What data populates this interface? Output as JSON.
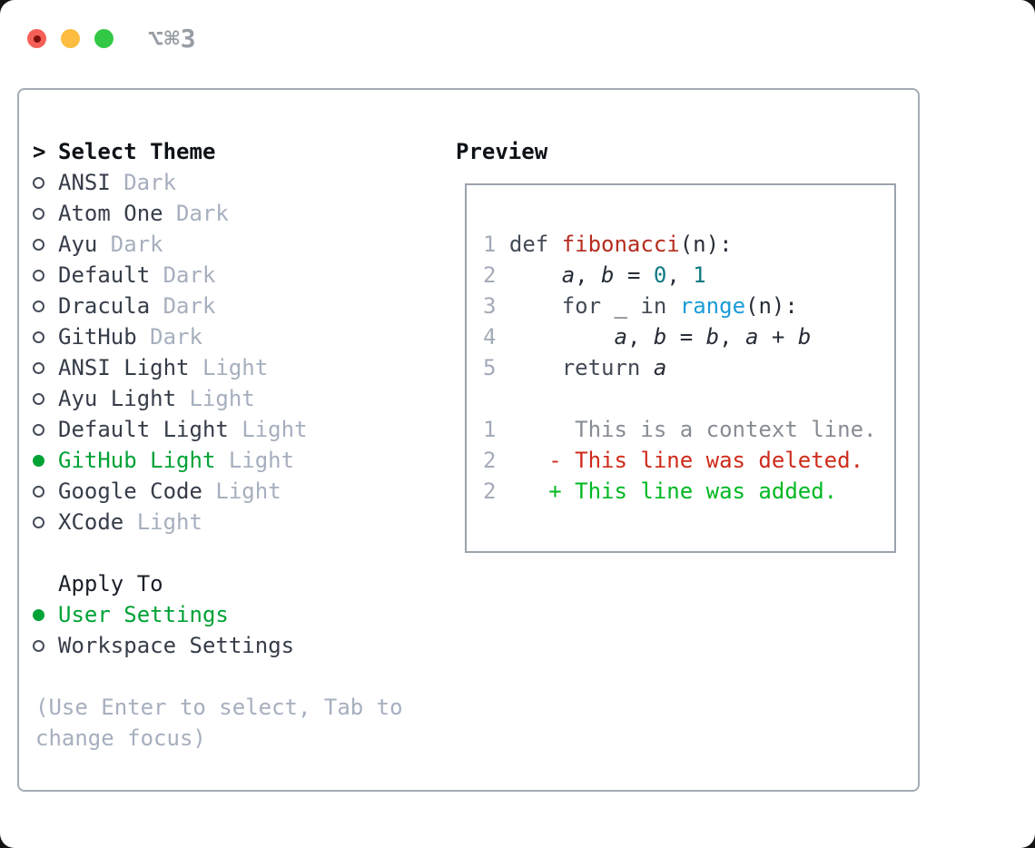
{
  "titlebar": {
    "shortcut": "⌥⌘3",
    "buttons": [
      "close",
      "minimize",
      "zoom"
    ]
  },
  "icons": {
    "prompt": ">",
    "radio_unselected": "○",
    "radio_selected": "●"
  },
  "colors": {
    "accent_green": "#00a236",
    "added_green": "#00b822",
    "deleted_red": "#cf2b1b",
    "context_gray": "#878c94",
    "muted_gray": "#a6afbe",
    "function_red": "#b52c1e",
    "number_teal": "#0d7a81",
    "builtin_blue": "#1b9bd7",
    "traffic_red": "#f45f57",
    "traffic_yellow": "#fcbd40",
    "traffic_green": "#32c846"
  },
  "theme_panel": {
    "title": "Select Theme",
    "items": [
      {
        "name": "ANSI",
        "variant": "Dark",
        "selected": false
      },
      {
        "name": "Atom One",
        "variant": "Dark",
        "selected": false
      },
      {
        "name": "Ayu",
        "variant": "Dark",
        "selected": false
      },
      {
        "name": "Default",
        "variant": "Dark",
        "selected": false
      },
      {
        "name": "Dracula",
        "variant": "Dark",
        "selected": false
      },
      {
        "name": "GitHub",
        "variant": "Dark",
        "selected": false
      },
      {
        "name": "ANSI Light",
        "variant": "Light",
        "selected": false
      },
      {
        "name": "Ayu Light",
        "variant": "Light",
        "selected": false
      },
      {
        "name": "Default Light",
        "variant": "Light",
        "selected": false
      },
      {
        "name": "GitHub Light",
        "variant": "Light",
        "selected": true
      },
      {
        "name": "Google Code",
        "variant": "Light",
        "selected": false
      },
      {
        "name": "XCode",
        "variant": "Light",
        "selected": false
      }
    ]
  },
  "apply_panel": {
    "title": "Apply To",
    "options": [
      {
        "label": "User Settings",
        "selected": true
      },
      {
        "label": "Workspace Settings",
        "selected": false
      }
    ]
  },
  "help_text": "(Use Enter to select, Tab to change focus)",
  "preview": {
    "title": "Preview",
    "code_lines": [
      {
        "num": "1",
        "tokens": [
          {
            "t": "def ",
            "c": "kw"
          },
          {
            "t": "fibonacci",
            "c": "fn"
          },
          {
            "t": "(n):",
            "c": "fg"
          }
        ]
      },
      {
        "num": "2",
        "tokens": [
          {
            "t": "    ",
            "c": "fg"
          },
          {
            "t": "a",
            "c": "var"
          },
          {
            "t": ", ",
            "c": "fg"
          },
          {
            "t": "b",
            "c": "var"
          },
          {
            "t": " = ",
            "c": "fg"
          },
          {
            "t": "0",
            "c": "num"
          },
          {
            "t": ", ",
            "c": "fg"
          },
          {
            "t": "1",
            "c": "num"
          }
        ]
      },
      {
        "num": "3",
        "tokens": [
          {
            "t": "    ",
            "c": "fg"
          },
          {
            "t": "for",
            "c": "kw"
          },
          {
            "t": " _ ",
            "c": "fg"
          },
          {
            "t": "in",
            "c": "kw"
          },
          {
            "t": " ",
            "c": "fg"
          },
          {
            "t": "range",
            "c": "blue"
          },
          {
            "t": "(n):",
            "c": "fg"
          }
        ]
      },
      {
        "num": "4",
        "tokens": [
          {
            "t": "        ",
            "c": "fg"
          },
          {
            "t": "a",
            "c": "var"
          },
          {
            "t": ", ",
            "c": "fg"
          },
          {
            "t": "b",
            "c": "var"
          },
          {
            "t": " = ",
            "c": "fg"
          },
          {
            "t": "b",
            "c": "var"
          },
          {
            "t": ", ",
            "c": "fg"
          },
          {
            "t": "a",
            "c": "var"
          },
          {
            "t": " + ",
            "c": "fg"
          },
          {
            "t": "b",
            "c": "var"
          }
        ]
      },
      {
        "num": "5",
        "tokens": [
          {
            "t": "    ",
            "c": "fg"
          },
          {
            "t": "return",
            "c": "kw"
          },
          {
            "t": " ",
            "c": "fg"
          },
          {
            "t": "a",
            "c": "var"
          }
        ]
      }
    ],
    "diff_lines": [
      {
        "num": "1",
        "kind": "context",
        "body": "     This is a context line."
      },
      {
        "num": "2",
        "kind": "del",
        "body": "   - This line was deleted."
      },
      {
        "num": "2",
        "kind": "add",
        "body": "   + This line was added."
      }
    ]
  }
}
